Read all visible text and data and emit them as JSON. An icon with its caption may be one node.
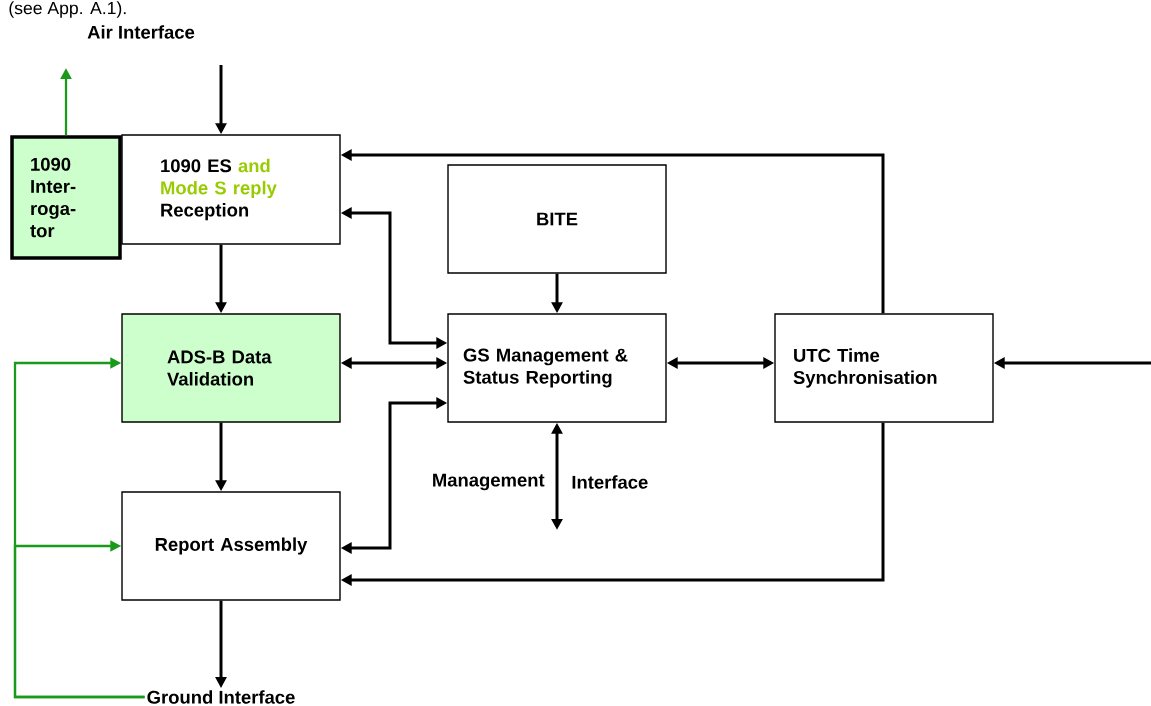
{
  "diagram": {
    "nodes": [
      {
        "text": [
          "1090 Inter- roga- tor"
        ]
      },
      {
        "text": [
          "1090 ES",
          "and Mode S reply",
          "Reception"
        ]
      },
      {
        "text": [
          "BITE"
        ]
      },
      {
        "text": [
          "ADS-B Data Validation"
        ]
      },
      {
        "text": [
          "GS Management & Status Reporting"
        ]
      },
      {
        "text": [
          "UTC Time Synchronisation"
        ]
      },
      {
        "text": [
          "Report Assembly"
        ]
      },
      {
        "text": [
          "Ground Interface"
        ]
      }
    ],
    "edges": [
      {
        "from": null,
        "to": 1,
        "arrow": "to"
      },
      {
        "from": 0,
        "to": null,
        "arrow": "to",
        "color": "#1a9a1a"
      },
      {
        "from": 1,
        "to": 3,
        "arrow": "to"
      },
      {
        "from": 3,
        "to": 6,
        "arrow": "to"
      },
      {
        "from": 6,
        "to": 7,
        "arrow": "to"
      },
      {
        "from": 7,
        "to": 3,
        "arrow": "to",
        "color": "#1a9a1a"
      },
      {
        "from": 7,
        "to": 6,
        "arrow": "to",
        "color": "#1a9a1a"
      },
      {
        "from": 2,
        "to": 4,
        "arrow": "to"
      },
      {
        "from": 3,
        "to": 4,
        "arrow": "both"
      },
      {
        "from": 1,
        "to": 4,
        "arrow": "both"
      },
      {
        "from": 6,
        "to": 4,
        "arrow": "both"
      },
      {
        "from": 4,
        "to": 5,
        "arrow": "both"
      },
      {
        "from": 5,
        "to": 1,
        "arrow": "to"
      },
      {
        "from": 5,
        "to": 6,
        "arrow": "to"
      },
      {
        "from": null,
        "to": 5,
        "arrow": "to"
      },
      {
        "from": 4,
        "to": null,
        "arrow": "both"
      }
    ],
    "labels": [
      "(see App. A.1).",
      "Air Interface",
      "Management",
      "Interface"
    ]
  }
}
